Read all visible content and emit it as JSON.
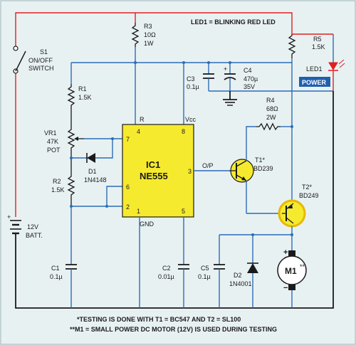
{
  "colors": {
    "background": "#e8f1f2",
    "wire_blue": "#2b6cb8",
    "wire_red": "#e02020",
    "ground_rail": "#1a1a1a",
    "ic_fill": "#f6ea2e",
    "transistor_t2_fill": "#f6ea2e",
    "power_badge": "#1f5fae"
  },
  "labels": {
    "led1_note": "LED1 = BLINKING RED LED",
    "s1": "S1",
    "s1_desc1": "ON/OFF",
    "s1_desc2": "SWITCH",
    "r3": "R3",
    "r3_val": "10Ω",
    "r3_pow": "1W",
    "r5": "R5",
    "r5_val": "1.5K",
    "led1": "LED1",
    "power": "POWER",
    "r1": "R1",
    "r1_val": "1.5K",
    "c3": "C3",
    "c3_val": "0.1µ",
    "c4": "C4",
    "c4_val": "470µ",
    "c4_volt": "35V",
    "r4": "R4",
    "r4_val": "68Ω",
    "r4_pow": "2W",
    "vr1": "VR1",
    "vr1_val": "47K",
    "vr1_type": "POT",
    "d1": "D1",
    "d1_val": "1N4148",
    "r2": "R2",
    "r2_val": "1.5K",
    "ic1": "IC1",
    "ic1_part": "NE555",
    "pin_r": "R",
    "pin_vcc": "Vcc",
    "pin_4": "4",
    "pin_8": "8",
    "pin_7": "7",
    "pin_3": "3",
    "pin_6": "6",
    "pin_2": "2",
    "pin_1": "1",
    "pin_5": "5",
    "op": "O/P",
    "gnd": "GND",
    "t1": "T1*",
    "t1_val": "BD239",
    "t2": "T2*",
    "t2_val": "BD249",
    "batt": "12V",
    "batt2": "BATT.",
    "c1": "C1",
    "c1_val": "0.1µ",
    "c2": "C2",
    "c2_val": "0.01µ",
    "c5": "C5",
    "c5_val": "0.1µ",
    "d2": "D2",
    "d2_val": "1N4001",
    "m1": "M1",
    "m1_star": "**",
    "motor_plus": "+",
    "motor_minus": "−",
    "batt_plus": "+",
    "c4_plus": "+",
    "footnote1": "*TESTING IS DONE WITH T1 = BC547 AND T2 = SL100",
    "footnote2": "**M1 = SMALL POWER DC MOTOR (12V) IS USED DURING TESTING"
  }
}
